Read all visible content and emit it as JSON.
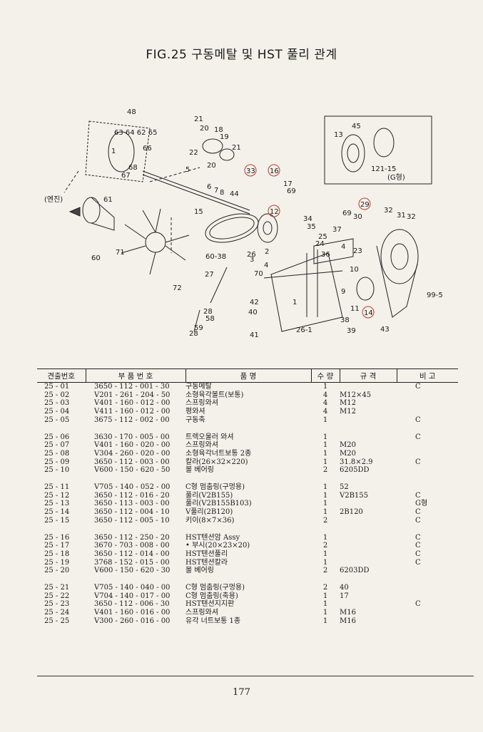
{
  "title": "FIG.25 구동메탈 및 HST 풀리 관계",
  "diagram": {
    "labels": [
      "48",
      "63",
      "64",
      "62",
      "65",
      "66",
      "1",
      "68",
      "67",
      "21",
      "20",
      "18",
      "19",
      "22",
      "21",
      "20",
      "5",
      "33",
      "16",
      "17",
      "69",
      "6",
      "7",
      "8",
      "44",
      "45",
      "13",
      "121-15",
      "(G형)",
      "(엔진)",
      "61",
      "15",
      "12",
      "34",
      "35",
      "29",
      "30",
      "32",
      "31",
      "32",
      "69",
      "37",
      "25",
      "24",
      "36",
      "4",
      "23",
      "60",
      "71",
      "60-38",
      "26",
      "2",
      "3",
      "70",
      "10",
      "9",
      "99-5",
      "27",
      "42",
      "40",
      "11",
      "14",
      "43",
      "1",
      "72",
      "28",
      "58",
      "59",
      "28",
      "41",
      "26-1",
      "38",
      "39"
    ]
  },
  "table": {
    "headers": [
      "견출번호",
      "부 품 번 호",
      "품 명",
      "수 량",
      "규 격",
      "비 고"
    ],
    "groups": [
      [
        {
          "no": "25 - 01",
          "pn": "3650 - 112 - 001 - 30",
          "name": "구동메탈",
          "qty": "1",
          "spec": "",
          "rem": "C"
        },
        {
          "no": "25 - 02",
          "pn": "V201 - 261 - 204 - 50",
          "name": "소형육각볼트(보통)",
          "qty": "4",
          "spec": "M12×45",
          "rem": ""
        },
        {
          "no": "25 - 03",
          "pn": "V401 - 160 - 012 - 00",
          "name": "스프링와셔",
          "qty": "4",
          "spec": "M12",
          "rem": ""
        },
        {
          "no": "25 - 04",
          "pn": "V411 - 160 - 012 - 00",
          "name": "평와셔",
          "qty": "4",
          "spec": "M12",
          "rem": ""
        },
        {
          "no": "25 - 05",
          "pn": "3675 - 112 - 002 - 00",
          "name": "구동축",
          "qty": "1",
          "spec": "",
          "rem": "C"
        }
      ],
      [
        {
          "no": "25 - 06",
          "pn": "3630 - 170 - 005 - 00",
          "name": "트렉오울러 와셔",
          "qty": "1",
          "spec": "",
          "rem": "C"
        },
        {
          "no": "25 - 07",
          "pn": "V401 - 160 - 020 - 00",
          "name": "스프링와셔",
          "qty": "1",
          "spec": "M20",
          "rem": ""
        },
        {
          "no": "25 - 08",
          "pn": "V304 - 260 - 020 - 00",
          "name": "소형육각너트보통 2종",
          "qty": "1",
          "spec": "M20",
          "rem": ""
        },
        {
          "no": "25 - 09",
          "pn": "3650 - 112 - 003 - 00",
          "name": "칼라(26×32×220)",
          "qty": "1",
          "spec": "31.8×2.9",
          "rem": "C"
        },
        {
          "no": "25 - 10",
          "pn": "V600 - 150 - 620 - 50",
          "name": "볼 베어링",
          "qty": "2",
          "spec": "6205DD",
          "rem": ""
        }
      ],
      [
        {
          "no": "25 - 11",
          "pn": "V705 - 140 - 052 - 00",
          "name": "C형 멈춤링(구멍용)",
          "qty": "1",
          "spec": "52",
          "rem": ""
        },
        {
          "no": "25 - 12",
          "pn": "3650 - 112 - 016 - 20",
          "name": "풀리(V2B155)",
          "qty": "1",
          "spec": "V2B155",
          "rem": "C"
        },
        {
          "no": "25 - 13",
          "pn": "3650 - 113 - 003 - 00",
          "name": "풀리(V2B155B103)",
          "qty": "1",
          "spec": "",
          "rem": "G형"
        },
        {
          "no": "25 - 14",
          "pn": "3650 - 112 - 004 - 10",
          "name": "V풀리(2B120)",
          "qty": "1",
          "spec": "2B120",
          "rem": "C"
        },
        {
          "no": "25 - 15",
          "pn": "3650 - 112 - 005 - 10",
          "name": "키이(8×7×36)",
          "qty": "2",
          "spec": "",
          "rem": "C"
        }
      ],
      [
        {
          "no": "25 - 16",
          "pn": "3650 - 112 - 250 - 20",
          "name": "HST텐션암 Assy",
          "qty": "1",
          "spec": "",
          "rem": "C"
        },
        {
          "no": "25 - 17",
          "pn": "3670 - 703 - 008 - 00",
          "name": "• 부시(20×23×20)",
          "qty": "2",
          "spec": "",
          "rem": "C"
        },
        {
          "no": "25 - 18",
          "pn": "3650 - 112 - 014 - 00",
          "name": "HST텐션풀리",
          "qty": "1",
          "spec": "",
          "rem": "C"
        },
        {
          "no": "25 - 19",
          "pn": "3768 - 152 - 015 - 00",
          "name": "HST텐션칼라",
          "qty": "1",
          "spec": "",
          "rem": "C"
        },
        {
          "no": "25 - 20",
          "pn": "V600 - 150 - 620 - 30",
          "name": "볼 베어링",
          "qty": "2",
          "spec": "6203DD",
          "rem": ""
        }
      ],
      [
        {
          "no": "25 - 21",
          "pn": "V705 - 140 - 040 - 00",
          "name": "C형 멈춤링(구멍용)",
          "qty": "2",
          "spec": "40",
          "rem": ""
        },
        {
          "no": "25 - 22",
          "pn": "V704 - 140 - 017 - 00",
          "name": "C형 멈춤링(축용)",
          "qty": "1",
          "spec": "17",
          "rem": ""
        },
        {
          "no": "25 - 23",
          "pn": "3650 - 112 - 006 - 30",
          "name": "HST텐션지지판",
          "qty": "1",
          "spec": "",
          "rem": "C"
        },
        {
          "no": "25 - 24",
          "pn": "V401 - 160 - 016 - 00",
          "name": "스프링와셔",
          "qty": "1",
          "spec": "M16",
          "rem": ""
        },
        {
          "no": "25 - 25",
          "pn": "V300 - 260 - 016 - 00",
          "name": "유각 너트보통 1종",
          "qty": "1",
          "spec": "M16",
          "rem": ""
        }
      ]
    ]
  },
  "page_number": "177"
}
